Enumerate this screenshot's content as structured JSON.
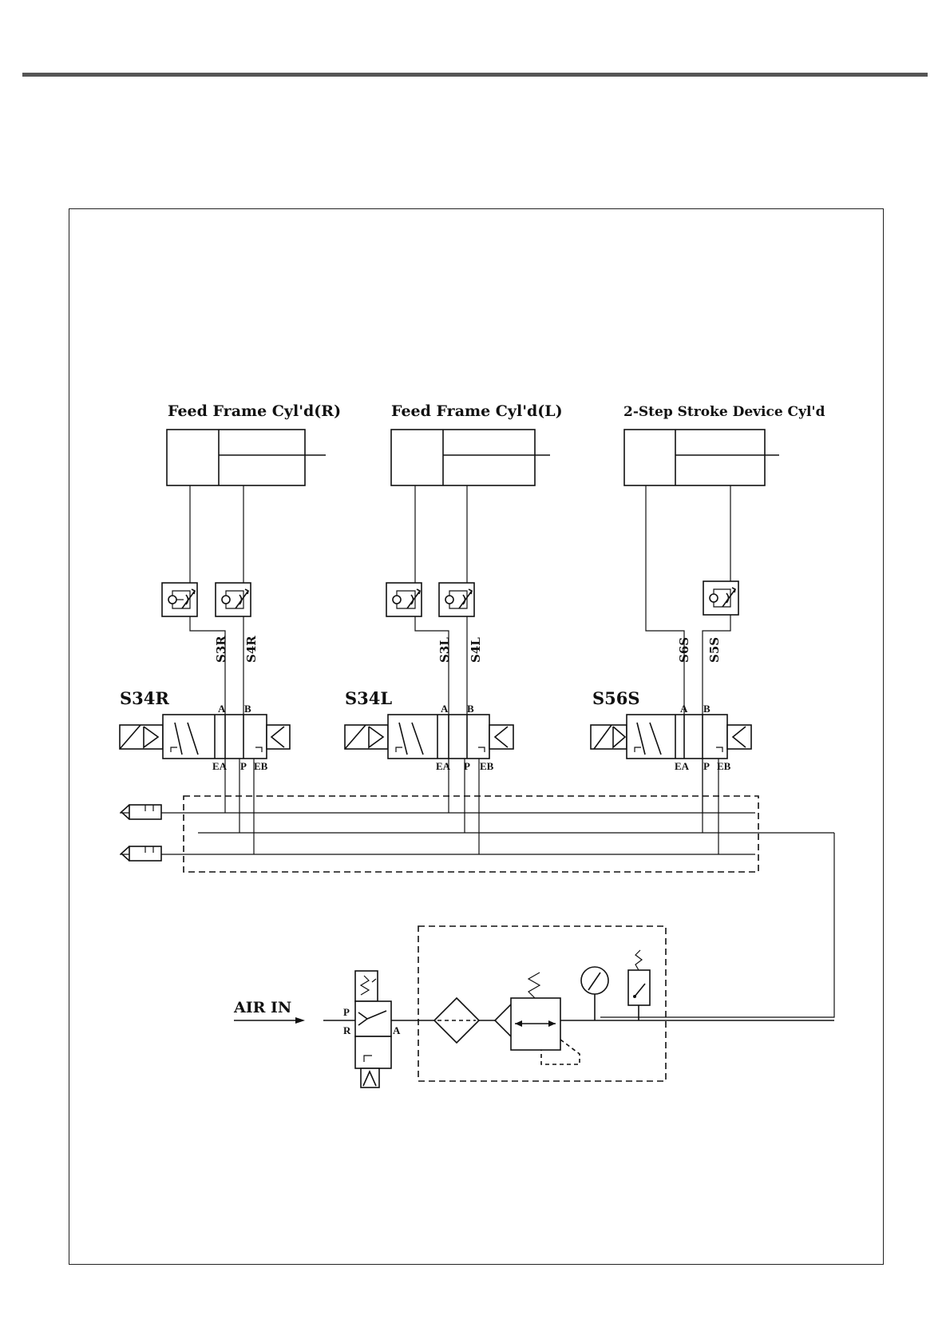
{
  "cylinders": [
    {
      "label": "Feed Frame Cyl'd(R)"
    },
    {
      "label": "Feed Frame Cyl'd(L)"
    },
    {
      "label": "2-Step Stroke Device Cyl'd"
    }
  ],
  "valves": [
    {
      "name": "S34R",
      "line_a": "S3R",
      "line_b": "S4R"
    },
    {
      "name": "S34L",
      "line_a": "S3L",
      "line_b": "S4L"
    },
    {
      "name": "S56S",
      "line_a": "S6S",
      "line_b": "S5S"
    }
  ],
  "ports": {
    "a": "A",
    "b": "B",
    "ea": "EA",
    "p": "P",
    "eb": "EB"
  },
  "supply": {
    "air_in": "AIR IN",
    "port_p": "P",
    "port_r": "R",
    "port_a": "A"
  }
}
